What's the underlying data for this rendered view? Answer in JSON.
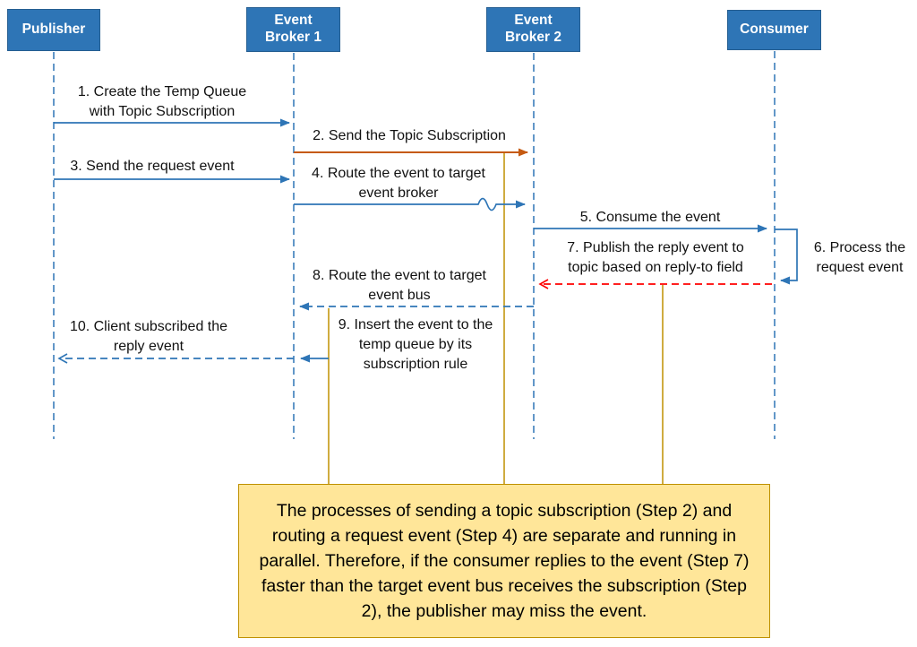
{
  "actors": [
    {
      "label": "Publisher"
    },
    {
      "label": "Event Broker 1"
    },
    {
      "label": "Event Broker 2"
    },
    {
      "label": "Consumer"
    }
  ],
  "messages": [
    {
      "label": "1. Create the Temp Queue with Topic Subscription",
      "from": "Publisher",
      "to": "Event Broker 1",
      "line": "solid",
      "color": "#2E75B6"
    },
    {
      "label": "2. Send the Topic Subscription",
      "from": "Event Broker 1",
      "to": "Event Broker 2",
      "line": "solid",
      "color": "#C55A11"
    },
    {
      "label": "3. Send the request event",
      "from": "Publisher",
      "to": "Event Broker 1",
      "line": "solid",
      "color": "#2E75B6"
    },
    {
      "label": "4. Route the event to target event broker",
      "from": "Event Broker 1",
      "to": "Event Broker 2",
      "line": "solid",
      "color": "#2E75B6"
    },
    {
      "label": "5. Consume the event",
      "from": "Event Broker 2",
      "to": "Consumer",
      "line": "solid",
      "color": "#2E75B6"
    },
    {
      "label": "6. Process the request event",
      "from": "Consumer",
      "to": "Consumer",
      "line": "solid",
      "color": "#2E75B6"
    },
    {
      "label": "7. Publish the reply event to topic based on reply-to field",
      "from": "Consumer",
      "to": "Event Broker 2",
      "line": "dashed",
      "color": "#FF0000"
    },
    {
      "label": "8. Route the event to target event bus",
      "from": "Event Broker 2",
      "to": "Event Broker 1",
      "line": "dashed",
      "color": "#2E75B6"
    },
    {
      "label": "9. Insert the event to the temp queue by its subscription rule",
      "from": "Event Broker 1",
      "to": "Event Broker 1",
      "line": "solid",
      "color": "#2E75B6"
    },
    {
      "label": "10. Client subscribed the reply event",
      "from": "Event Broker 1",
      "to": "Publisher",
      "line": "dashed",
      "color": "#2E75B6"
    }
  ],
  "note": {
    "text": "The processes of sending a topic subscription (Step 2) and routing a request event (Step 4) are separate and running in parallel. Therefore, if the consumer replies to the event (Step 7) faster than the target event bus receives the subscription (Step 2), the publisher may miss the event.",
    "fill": "#FFE699",
    "border": "#BF9000"
  },
  "colors": {
    "actor_fill": "#2E75B6",
    "actor_text": "#FFFFFF",
    "flow_blue": "#2E75B6",
    "subscription_orange": "#C55A11",
    "reply_red": "#FF0000",
    "note_connector": "#BF9000",
    "background": "#FFFFFF"
  }
}
